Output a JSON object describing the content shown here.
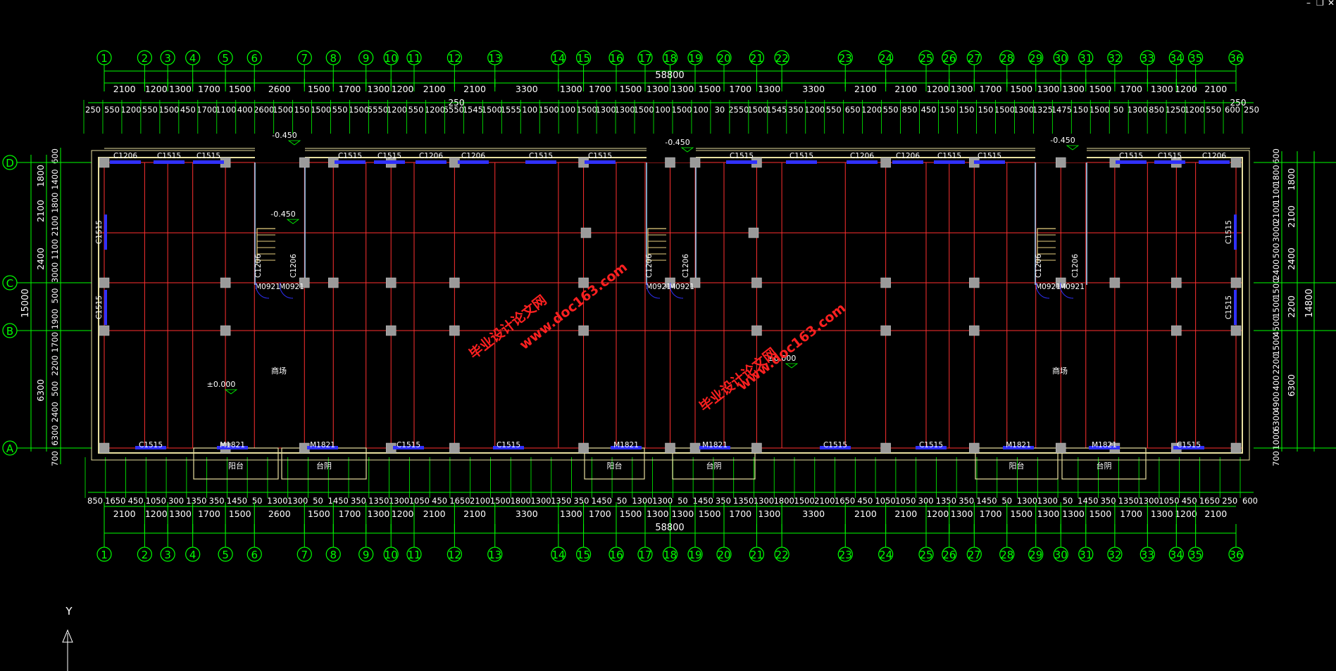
{
  "window_controls": {
    "minimize": "–",
    "restore": "❐",
    "close": "✕"
  },
  "colors": {
    "background": "#000000",
    "dimension": "#00ff00",
    "axis": "#ff3030",
    "wall": "#e8e0a0",
    "window": "#3030ff",
    "column": "#9a9a9a",
    "stair": "#e8d080",
    "text": "#ffffff",
    "watermark": "#ff2020"
  },
  "axes_x": [
    "1",
    "2",
    "3",
    "4",
    "5",
    "6",
    "7",
    "8",
    "9",
    "10",
    "11",
    "12",
    "13",
    "14",
    "15",
    "16",
    "17",
    "18",
    "19",
    "20",
    "21",
    "22",
    "23",
    "24",
    "25",
    "26",
    "27",
    "28",
    "29",
    "30",
    "31",
    "32",
    "33",
    "34",
    "35",
    "36"
  ],
  "axes_y": [
    "D",
    "C",
    "B",
    "A"
  ],
  "total_length": "58800",
  "dim_row1": [
    "2100",
    "1200",
    "1300",
    "1700",
    "1500",
    "2600",
    "1500",
    "1700",
    "1300",
    "1200",
    "2100",
    "2100",
    "3300",
    "1300",
    "1700",
    "1500",
    "1300",
    "1300",
    "1500",
    "1700",
    "1300",
    "3300",
    "2100",
    "2100",
    "1200",
    "1300",
    "1700",
    "1500",
    "1300",
    "1300",
    "1500",
    "1700",
    "1300",
    "1200",
    "2100"
  ],
  "dim_row2": [
    "250",
    "550",
    "1200",
    "550",
    "1500",
    "450",
    "1700",
    "1100",
    "400",
    "2600",
    "1500",
    "150",
    "1500",
    "550",
    "1500",
    "5550",
    "1200",
    "550",
    "1200",
    "5550",
    "1545",
    "1500",
    "1555",
    "100",
    "1500",
    "100",
    "1500",
    "1300",
    "1300",
    "1500",
    "100",
    "1500",
    "100",
    "30",
    "2550",
    "1500",
    "1545",
    "350",
    "1200",
    "550",
    "650",
    "1200",
    "550",
    "850",
    "450",
    "150",
    "150",
    "150",
    "1500",
    "1300",
    "1325",
    "1475",
    "150",
    "1500",
    "50",
    "1300",
    "850",
    "1250",
    "1200",
    "550",
    "600",
    "250"
  ],
  "dim_bottom1": [
    "850",
    "1650",
    "450",
    "1050",
    "300",
    "1350",
    "350",
    "1450",
    "50",
    "1300",
    "1300",
    "50",
    "1450",
    "350",
    "1350",
    "1300",
    "1050",
    "450",
    "1650",
    "2100",
    "1500",
    "1800",
    "1300",
    "1350",
    "350",
    "1450",
    "50",
    "1300",
    "1300",
    "50",
    "1450",
    "350",
    "1350",
    "1300",
    "1800",
    "1500",
    "2100",
    "1650",
    "450",
    "1050",
    "1050",
    "300",
    "1350",
    "350",
    "1450",
    "50",
    "1300",
    "1300",
    "50",
    "1450",
    "350",
    "1350",
    "1300",
    "1050",
    "450",
    "1650",
    "250",
    "600"
  ],
  "dim_bottom2": [
    "2100",
    "1200",
    "1300",
    "1700",
    "1500",
    "2600",
    "1500",
    "1700",
    "1300",
    "1200",
    "2100",
    "2100",
    "3300",
    "1300",
    "1700",
    "1500",
    "1300",
    "1300",
    "1500",
    "1700",
    "1300",
    "3300",
    "2100",
    "2100",
    "1200",
    "1300",
    "1700",
    "1500",
    "1300",
    "1300",
    "1500",
    "1700",
    "1300",
    "1200",
    "2100"
  ],
  "dim_left_inner": [
    "600",
    "1400",
    "1800",
    "2100",
    "1100",
    "3000",
    "500",
    "1900",
    "1700",
    "2200",
    "500",
    "2400",
    "6300",
    "700"
  ],
  "dim_left_outer": [
    "1800",
    "2100",
    "2400",
    "6300"
  ],
  "dim_left_total": "15000",
  "dim_right_inner": [
    "600",
    "1800",
    "1100",
    "2100",
    "3000",
    "500",
    "2400",
    "1500",
    "1500",
    "4500",
    "1500",
    "2200",
    "400",
    "4900",
    "6300",
    "1000",
    "700"
  ],
  "dim_right_outer": [
    "1800",
    "2100",
    "2400",
    "2200",
    "6300"
  ],
  "dim_right_total": "14800",
  "top_extra_250": "250",
  "windows_top": [
    "C1206",
    "C1515",
    "C1515",
    "C1515",
    "C1515",
    "C1206",
    "C1206",
    "C1515",
    "C1515",
    "C1515",
    "C1515",
    "C1206",
    "C1206",
    "C1515",
    "C1515",
    "C1515",
    "C1515",
    "C1206"
  ],
  "windows_bottom": [
    "C1515",
    "M1821",
    "M1821",
    "C1515",
    "C1515",
    "M1821",
    "M1821",
    "C1515",
    "C1515",
    "M1821",
    "M1821",
    "C1515"
  ],
  "balcony_labels": [
    "阳台",
    "台阴",
    "阳台",
    "台阴",
    "阳台",
    "台阴"
  ],
  "room_labels": [
    "商场",
    "商场"
  ],
  "door_labels": [
    "M0921",
    "M0921",
    "M0921",
    "M0921",
    "M0921",
    "M0921"
  ],
  "stair_window_labels": [
    "C1206",
    "C1206",
    "C1206",
    "C1206",
    "C1206",
    "C1206"
  ],
  "side_window_labels": [
    "C1515",
    "C1515",
    "C1515",
    "C1515"
  ],
  "level_labels": [
    "-0.450",
    "-0.450",
    "-0.450",
    "-0.450",
    "±0.000",
    "±0.000"
  ],
  "watermarks": [
    "毕业设计论文网",
    "www.doc163.com"
  ],
  "ucs": {
    "y_label": "Y"
  }
}
